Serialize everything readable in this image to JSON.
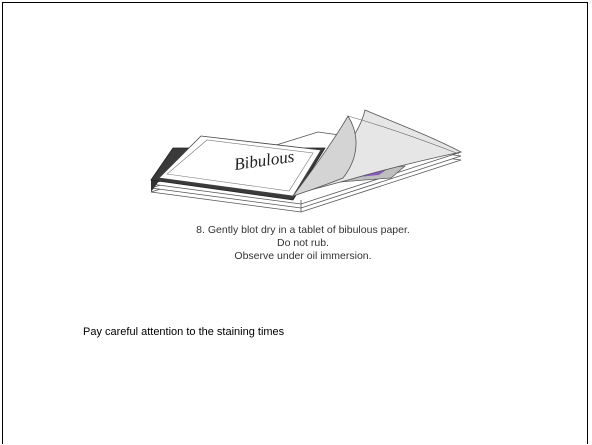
{
  "illustration": {
    "book_label": "Bibulous",
    "colors": {
      "cover": "#333333",
      "pages": "#ffffff",
      "page_shade": "#d9d9d9",
      "slide_stain": "#8a5bc4"
    }
  },
  "caption": {
    "line1": "8. Gently blot dry in a tablet of bibulous paper.",
    "line2": "Do not rub.",
    "line3": "Observe under oil immersion."
  },
  "note": {
    "text": "Pay careful attention to the staining times"
  }
}
